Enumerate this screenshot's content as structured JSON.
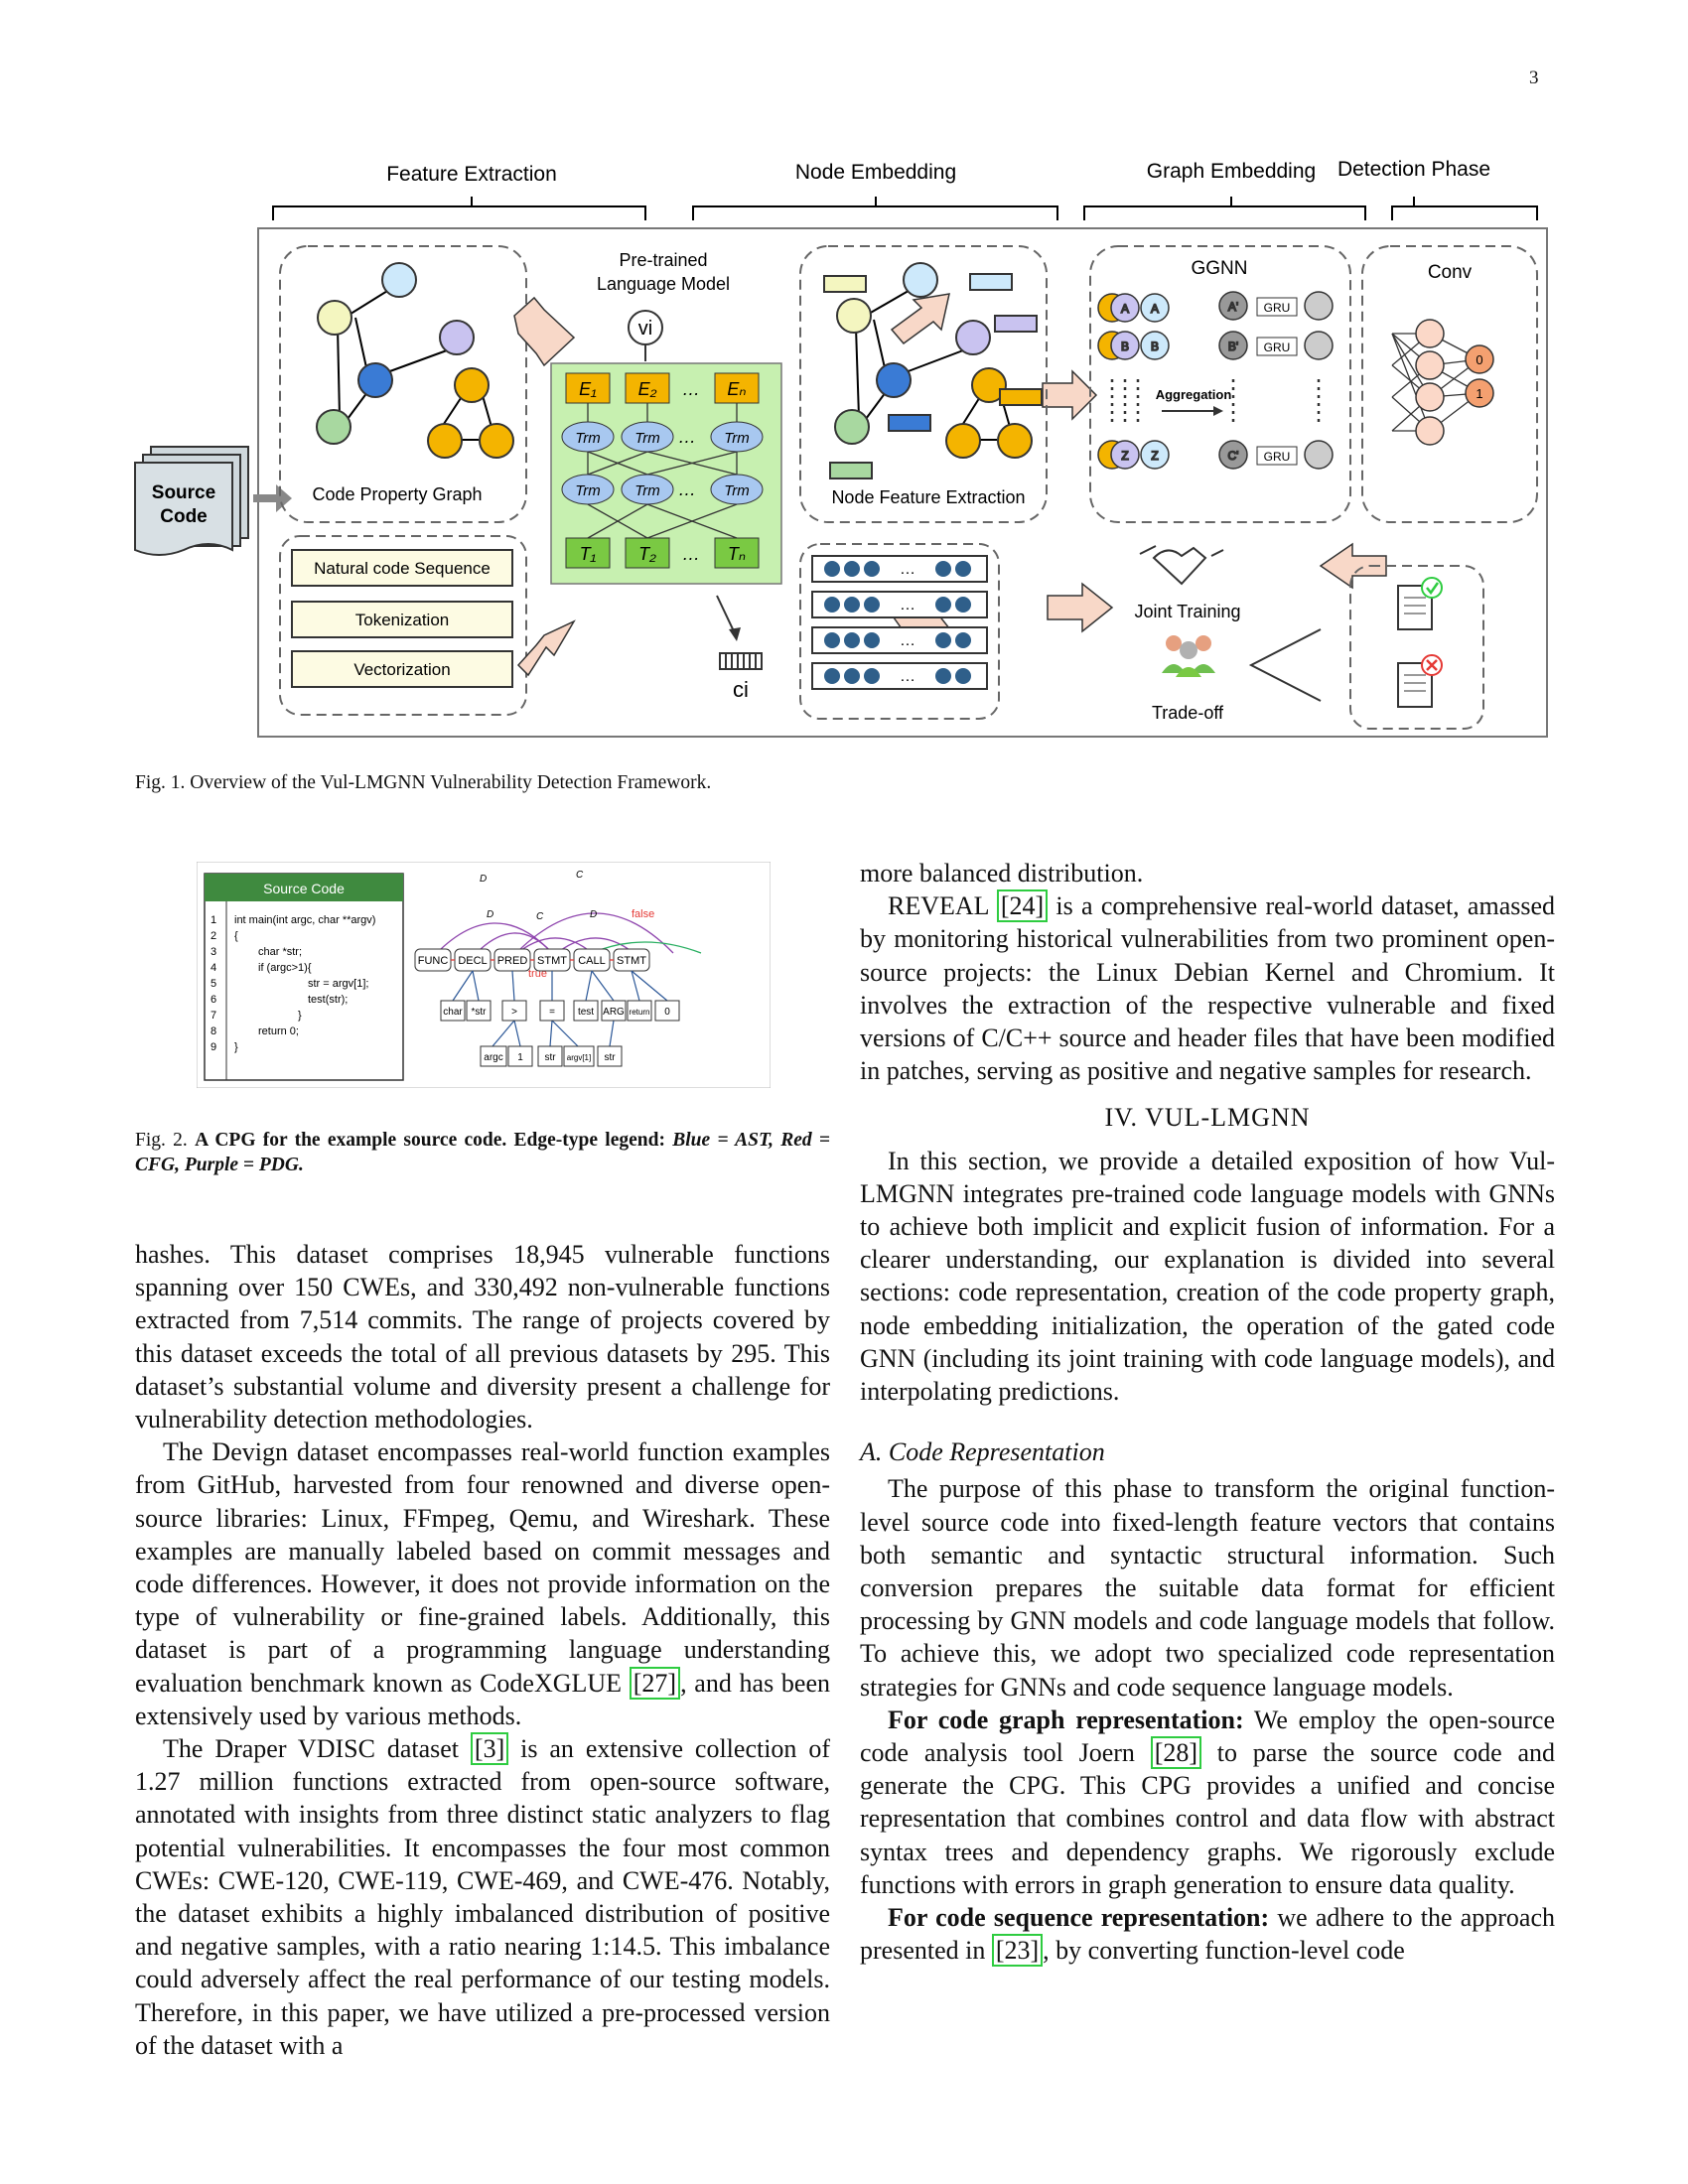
{
  "page_number": "3",
  "figure1": {
    "caption": "Fig. 1.  Overview of the Vul-LMGNN Vulnerability Detection Framework.",
    "stages": [
      "Feature Extraction",
      "Node Embedding",
      "Graph Embedding",
      "Detection Phase"
    ],
    "source_code": [
      "Source",
      "Code"
    ],
    "code_property_graph": "Code Property Graph",
    "pretrained_lm": [
      "Pre-trained",
      "Language Model"
    ],
    "vi": "vi",
    "ci": "ci",
    "seq_steps": [
      "Natural code Sequence",
      "Tokenization",
      "Vectorization"
    ],
    "node_feature_extraction": "Node Feature Extraction",
    "ggnn": "GGNN",
    "aggregation": "Aggregation",
    "gru": "GRU",
    "conv": "Conv",
    "joint_training": "Joint Training",
    "tradeoff": "Trade-off",
    "outputs": [
      "0",
      "1"
    ]
  },
  "figure2": {
    "source_code_title": "Source Code",
    "line_numbers": [
      "1",
      "2",
      "3",
      "4",
      "5",
      "6",
      "7",
      "8",
      "9"
    ],
    "code_lines": [
      "int main(int argc, char **argv)",
      "{",
      "    char *str;",
      "    if (argc>1){",
      "        str = argv[1];",
      "        test(str);",
      "    }",
      "    return 0;",
      "}"
    ],
    "top_nodes": [
      "FUNC",
      "DECL",
      "PRED",
      "STMT",
      "CALL",
      "STMT"
    ],
    "mid_nodes": [
      "char",
      "*str",
      ">",
      "=",
      "test",
      "ARG",
      "return",
      "0"
    ],
    "bottom_nodes": [
      "argc",
      "1",
      "str",
      "argv[1]",
      "str"
    ],
    "edge_labels": {
      "d_argv": "D",
      "c_true": "C",
      "d_str": "D",
      "true": "true",
      "false": "false"
    },
    "caption_prefix": "Fig. 2.  ",
    "caption_bold": "A CPG for the example source code. Edge-type legend: ",
    "caption_italic": "Blue = AST, Red = CFG, Purple = PDG."
  },
  "left_column": {
    "p1": "hashes. This dataset comprises 18,945 vulnerable functions spanning over 150 CWEs, and 330,492 non-vulnerable functions extracted from 7,514 commits. The range of projects covered by this dataset exceeds the total of all previous datasets by 295. This dataset’s substantial volume and diversity present a challenge for vulnerability detection methodologies.",
    "p2_a": "The Devign dataset encompasses real-world function examples from GitHub, harvested from four renowned and diverse open-source libraries: Linux, FFmpeg, Qemu, and Wireshark. These examples are manually labeled based on commit messages and code differences. However, it does not provide information on the type of vulnerability or fine-grained labels. Additionally, this dataset is part of a programming language understanding evaluation benchmark known as CodeXGLUE ",
    "p2_cite": "[27]",
    "p2_b": ", and has been extensively used by various methods.",
    "p3_a": "The Draper VDISC dataset ",
    "p3_cite": "[3]",
    "p3_b": " is an extensive collection of 1.27 million functions extracted from open-source software, annotated with insights from three distinct static analyzers to flag potential vulnerabilities. It encompasses the four most common CWEs: CWE-120, CWE-119, CWE-469, and CWE-476. Notably, the dataset exhibits a highly imbalanced distribution of positive and negative samples, with a ratio nearing 1:14.5. This imbalance could adversely affect the real performance of our testing models. Therefore, in this paper, we have utilized a pre-processed version of the dataset with a"
  },
  "right_column": {
    "p0": "more balanced distribution.",
    "p1_a": "REVEAL ",
    "p1_cite": "[24]",
    "p1_b": " is a comprehensive real-world dataset, amassed by monitoring historical vulnerabilities from two prominent open-source projects: the Linux Debian Kernel and Chromium. It involves the extraction of the respective vulnerable and fixed versions of C/C++ source and header files that have been modified in patches, serving as positive and negative samples for research.",
    "section_title": "IV. VUL-LMGNN",
    "p2": "In this section, we provide a detailed exposition of how Vul-LMGNN integrates pre-trained code language models with GNNs to achieve both implicit and explicit fusion of information. For a clearer understanding, our explanation is divided into several sections: code representation, creation of the code property graph, node embedding initialization, the operation of the gated code GNN (including its joint training with code language models), and interpolating predictions.",
    "subsection_title": "A. Code Representation",
    "p3": "The purpose of this phase to transform the original function-level source code into fixed-length feature vectors that contains both semantic and syntactic structural information. Such conversion prepares the suitable data format for efficient processing by GNN models and code language models that follow. To achieve this, we adopt two specialized code representation strategies for GNNs and code sequence language models.",
    "p4_bold": "For code graph representation:",
    "p4_a": " We employ the open-source code analysis tool Joern ",
    "p4_cite": "[28]",
    "p4_b": " to parse the source code and generate the CPG. This CPG provides a unified and concise representation that combines control and data flow with abstract syntax trees and dependency graphs. We rigorously exclude functions with errors in graph generation to ensure data quality.",
    "p5_bold": "For code sequence representation:",
    "p5_a": " we adhere to the approach presented in ",
    "p5_cite": "[23]",
    "p5_b": ", by converting function-level code"
  }
}
